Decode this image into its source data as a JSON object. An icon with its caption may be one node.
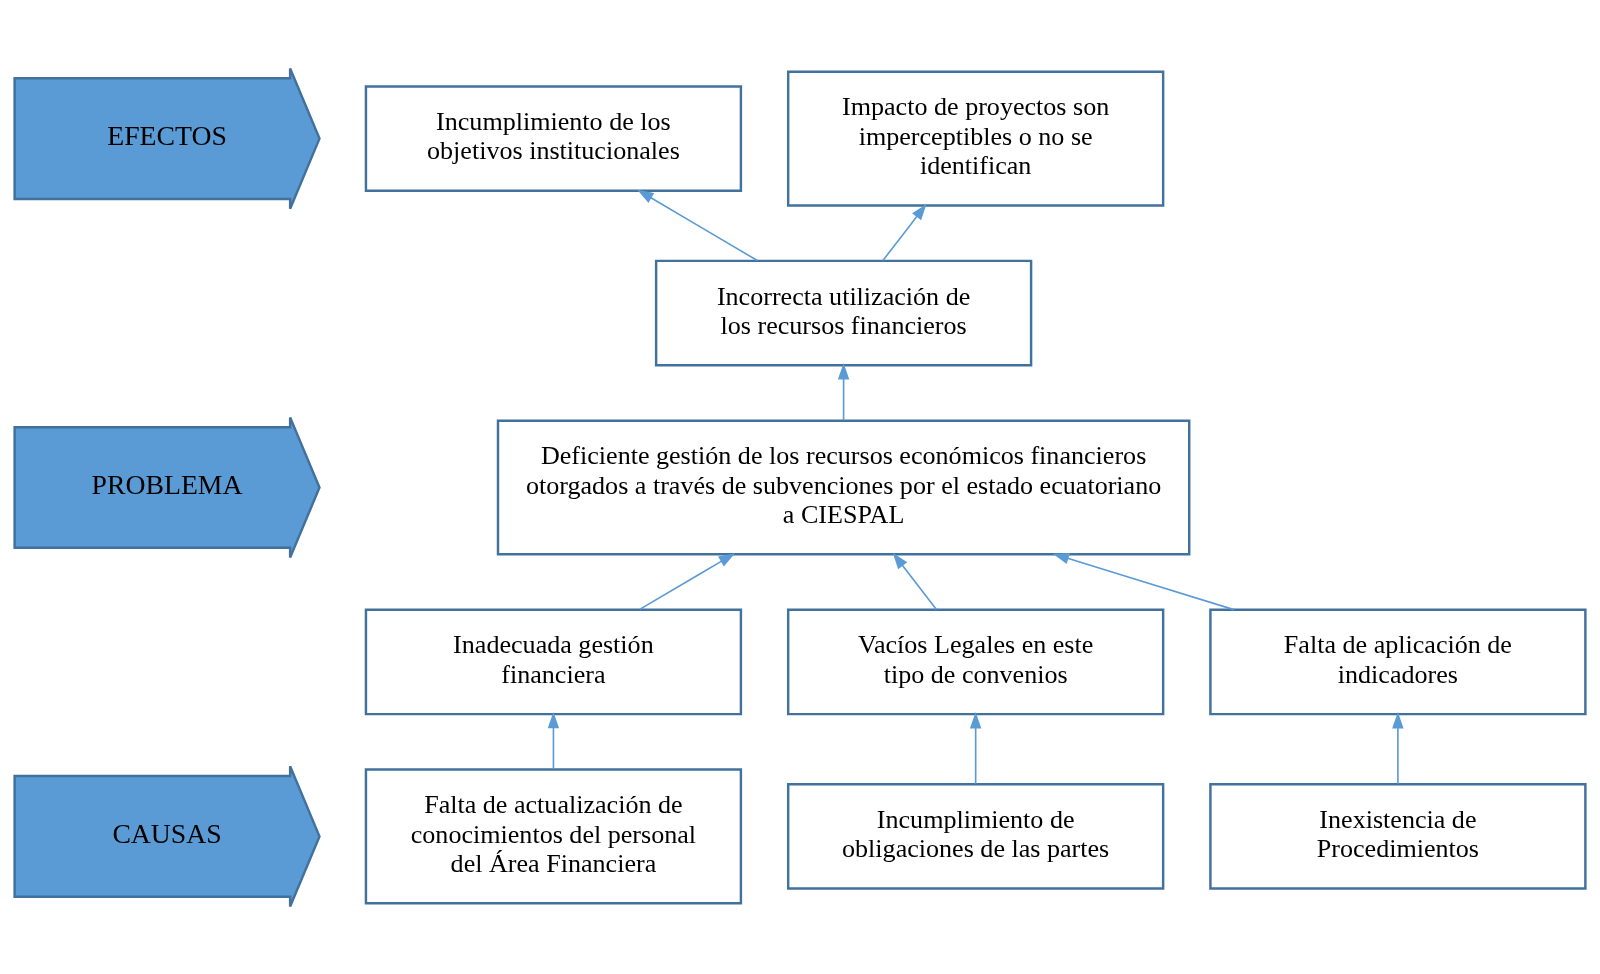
{
  "diagram": {
    "nodes": [
      {
        "text": [
          "EFECTOS"
        ]
      },
      {
        "text": [
          "Incumplimiento de los objetivos institucionales"
        ]
      },
      {
        "text": [
          "Impacto de proyectos son imperceptibles o no se identifican"
        ]
      },
      {
        "text": [
          "Incorrecta utilización de los recursos financieros"
        ]
      },
      {
        "text": [
          "PROBLEMA"
        ]
      },
      {
        "text": [
          "Deficiente gestión de los recursos económicos financieros otorgados a través de subvenciones por el estado ecuatoriano a CIESPAL"
        ]
      },
      {
        "text": [
          "CAUSAS"
        ]
      },
      {
        "text": [
          "Inadecuada gestión financiera"
        ]
      },
      {
        "text": [
          "Vacíos Legales en este tipo de convenios"
        ]
      },
      {
        "text": [
          "Falta de aplicación de indicadores"
        ]
      },
      {
        "text": [
          "Falta de actualización de conocimientos del personal del Área Financiera"
        ]
      },
      {
        "text": [
          "Incumplimiento de obligaciones de las partes"
        ]
      },
      {
        "text": [
          "Inexistencia de Procedimientos"
        ]
      }
    ],
    "edges": [
      {
        "from": 3,
        "to": 1,
        "arrow": "to"
      },
      {
        "from": 3,
        "to": 2,
        "arrow": "to"
      },
      {
        "from": 5,
        "to": 3,
        "arrow": "to"
      },
      {
        "from": 7,
        "to": 5,
        "arrow": "to"
      },
      {
        "from": 8,
        "to": 5,
        "arrow": "to"
      },
      {
        "from": 9,
        "to": 5,
        "arrow": "to"
      },
      {
        "from": 10,
        "to": 7,
        "arrow": "to"
      },
      {
        "from": 11,
        "to": 8,
        "arrow": "to"
      },
      {
        "from": 12,
        "to": 9,
        "arrow": "to"
      }
    ]
  }
}
